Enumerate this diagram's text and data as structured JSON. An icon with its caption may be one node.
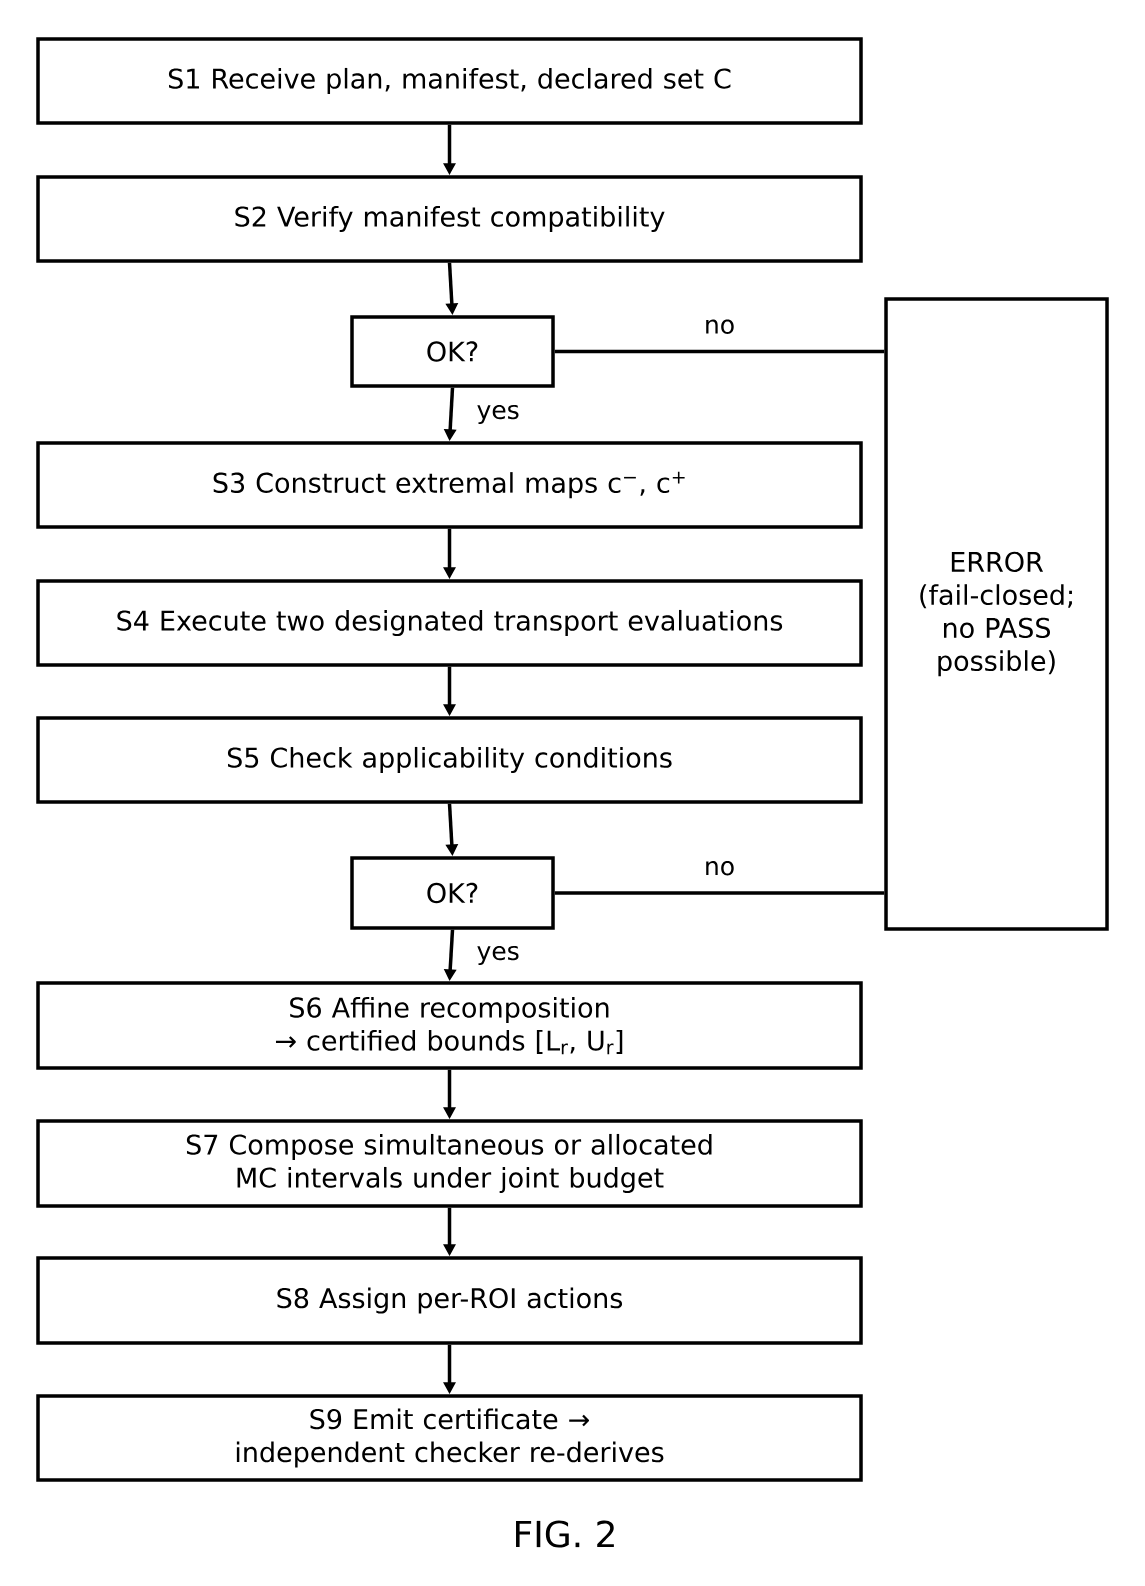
{
  "diagram": {
    "caption": "FIG. 2",
    "nodes": [
      {
        "text": [
          "S1  Receive plan, manifest, declared set C"
        ]
      },
      {
        "text": [
          "S2  Verify manifest compatibility"
        ]
      },
      {
        "text": [
          "OK?"
        ]
      },
      {
        "text": [
          "S3  Construct extremal maps  c$^{−}$, c$^{+}$"
        ]
      },
      {
        "text": [
          "S4  Execute two designated transport evaluations"
        ]
      },
      {
        "text": [
          "S5  Check applicability conditions"
        ]
      },
      {
        "text": [
          "OK?"
        ]
      },
      {
        "text": [
          "S6  Affine recomposition → certified bounds [L$_{r}$, U$_{r}$]"
        ]
      },
      {
        "text": [
          "S7  Compose simultaneous or allocated MC intervals under joint budget"
        ]
      },
      {
        "text": [
          "S8  Assign per-ROI actions"
        ]
      },
      {
        "text": [
          "S9  Emit certificate → independent checker re-derives"
        ]
      },
      {
        "text": [
          "ERROR (fail-closed; no PASS possible)"
        ]
      }
    ],
    "edges": [
      {
        "from": 0,
        "to": 1,
        "arrow": "to"
      },
      {
        "from": 1,
        "to": 2,
        "arrow": "to"
      },
      {
        "from": 2,
        "to": 3,
        "arrow": "to",
        "label": "yes"
      },
      {
        "from": 3,
        "to": 4,
        "arrow": "to"
      },
      {
        "from": 4,
        "to": 5,
        "arrow": "to"
      },
      {
        "from": 5,
        "to": 6,
        "arrow": "to"
      },
      {
        "from": 6,
        "to": 7,
        "arrow": "to",
        "label": "yes"
      },
      {
        "from": 7,
        "to": 8,
        "arrow": "to"
      },
      {
        "from": 8,
        "to": 9,
        "arrow": "to"
      },
      {
        "from": 9,
        "to": 10,
        "arrow": "to"
      },
      {
        "from": 2,
        "to": 11,
        "arrow": "none",
        "label": "no"
      },
      {
        "from": 6,
        "to": 11,
        "arrow": "none",
        "label": "no"
      }
    ]
  }
}
